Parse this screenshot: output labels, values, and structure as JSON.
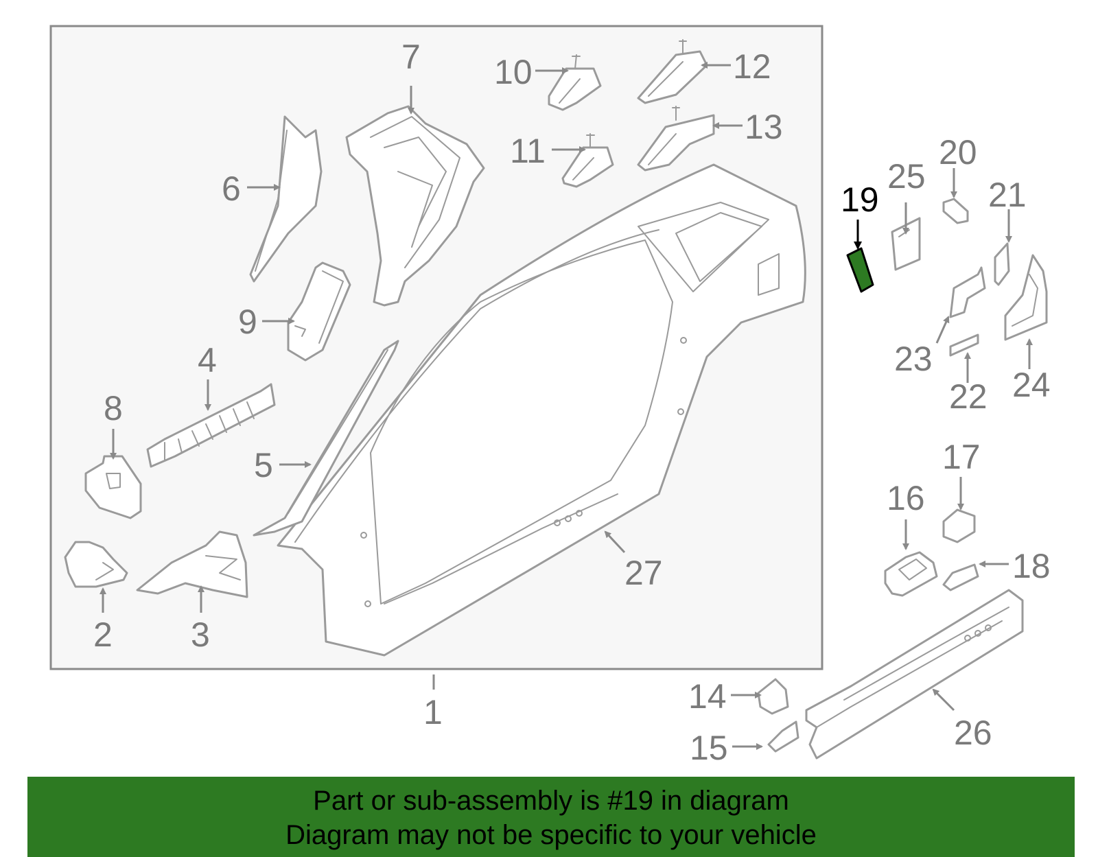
{
  "diagram": {
    "labels": {
      "l1": "1",
      "l2": "2",
      "l3": "3",
      "l4": "4",
      "l5": "5",
      "l6": "6",
      "l7": "7",
      "l8": "8",
      "l9": "9",
      "l10": "10",
      "l11": "11",
      "l12": "12",
      "l13": "13",
      "l14": "14",
      "l15": "15",
      "l16": "16",
      "l17": "17",
      "l18": "18",
      "l19": "19",
      "l20": "20",
      "l21": "21",
      "l22": "22",
      "l23": "23",
      "l24": "24",
      "l25": "25",
      "l26": "26",
      "l27": "27"
    },
    "highlighted_part": "19",
    "highlight_color": "#2d7a22"
  },
  "banner": {
    "line1": "Part or sub-assembly is #19 in diagram",
    "line2": "Diagram may not be specific to your vehicle",
    "color": "#2d7a22"
  }
}
